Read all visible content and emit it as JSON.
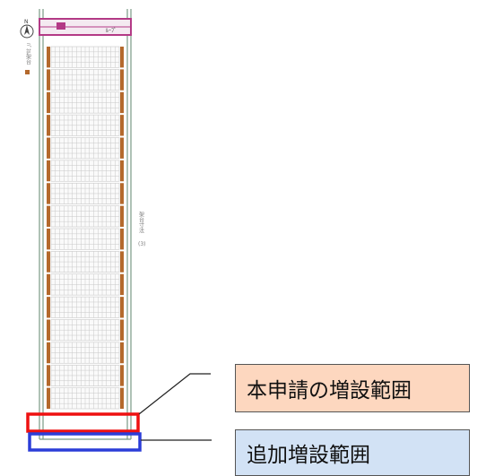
{
  "drawing": {
    "compass_label": "N",
    "top_bar_label": "ﾙｰﾌﾟ",
    "left_note": "ﾊﾟﾈﾙ架台",
    "right_note": "架台寸法",
    "right_note_sub": "(3)",
    "module_rows": 16
  },
  "colors": {
    "frame_green": "#7a9a86",
    "module_brown": "#b4692c",
    "grid_line": "#c8c8c8",
    "top_bar_magenta": "#b33a86",
    "highlight_red": "#ee1111",
    "highlight_blue": "#2b3dd8",
    "callout_primary_bg": "#fdd7bf",
    "callout_additional_bg": "#d2e2f5"
  },
  "callouts": {
    "primary": "本申請の増設範囲",
    "additional": "追加増設範囲"
  }
}
